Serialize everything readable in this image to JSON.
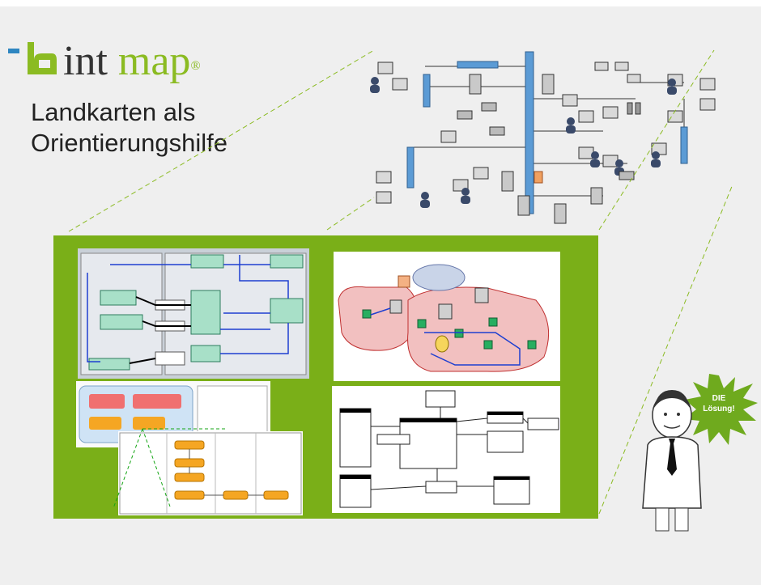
{
  "logo": {
    "prefix_glyph": "b",
    "word1": "int",
    "word2": "map",
    "registered": "®",
    "colors": {
      "brand_green": "#8bbb22",
      "brand_blue": "#2e86c1",
      "dark": "#333333"
    }
  },
  "subtitle": {
    "line1": "Landkarten als",
    "line2": "Orientierungshilfe"
  },
  "panel": {
    "background": "#7aaf18"
  },
  "callout": {
    "line1": "DIE",
    "line2": "Lösung!",
    "color": "#6faa1e"
  },
  "icons": [
    "monitor-icon",
    "user-icon",
    "server-icon",
    "printer-icon",
    "laptop-icon",
    "phone-icon",
    "cloud-icon",
    "database-icon"
  ]
}
